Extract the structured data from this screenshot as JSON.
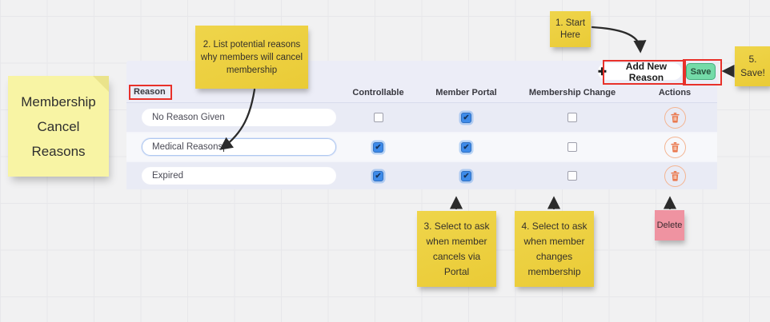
{
  "annotations": {
    "title_note": "Membership Cancel Reasons",
    "step1_note": "1. Start Here",
    "step2_note": "2. List potential reasons why members will cancel membership",
    "step3_note": "3. Select to ask when member cancels via Portal",
    "step4_note": "4. Select to ask when member changes membership",
    "step5_note": "5. Save!",
    "delete_note": "Delete"
  },
  "toolbar": {
    "add_button_label": "Add New Reason",
    "add_button_icon": "plus-icon",
    "save_button_label": "Save"
  },
  "table": {
    "headers": {
      "reason": "Reason",
      "controllable": "Controllable",
      "member_portal": "Member Portal",
      "membership_change": "Membership Change",
      "actions": "Actions"
    },
    "rows": [
      {
        "reason": "No Reason Given",
        "controllable": false,
        "member_portal": true,
        "membership_change": false,
        "focused": false
      },
      {
        "reason": "Medical Reasons",
        "controllable": true,
        "member_portal": true,
        "membership_change": false,
        "focused": true
      },
      {
        "reason": "Expired",
        "controllable": true,
        "member_portal": true,
        "membership_change": false,
        "focused": false
      }
    ]
  },
  "colors": {
    "sticky_gold": "#ECD043",
    "sticky_pale_yellow": "#F8F4A4",
    "sticky_pink": "#EF93A1",
    "annotation_red": "#E8312A",
    "save_green": "#74DBA8",
    "checkbox_blue": "#3E8BE9",
    "trash_orange": "#E9764B",
    "panel_lavender": "#ECEDF7"
  }
}
